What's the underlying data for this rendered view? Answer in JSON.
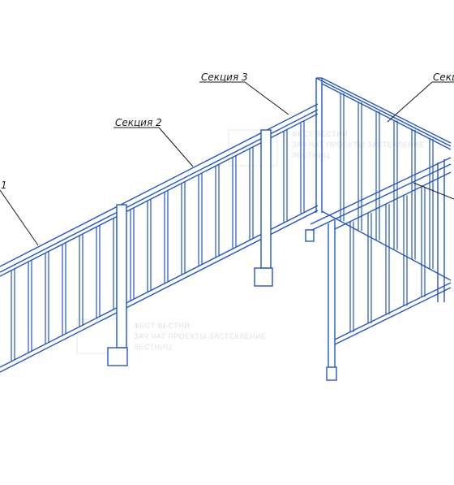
{
  "labels": {
    "section1": "1",
    "section2": "Секция 2",
    "section3": "Секция 3",
    "section4": "Секц"
  },
  "watermark": {
    "line1": "ФЕСТ ВЕСТНИ",
    "line2": "ЗАЧ ЧАТ ПРОЕКТЫ ЗАСТЕКЛЕНИЕ",
    "line3": "ЛЕСТНИЦ"
  },
  "colors": {
    "stroke": "#2255c8",
    "dark": "#1d2a4a",
    "leader": "#1a1a1a"
  }
}
